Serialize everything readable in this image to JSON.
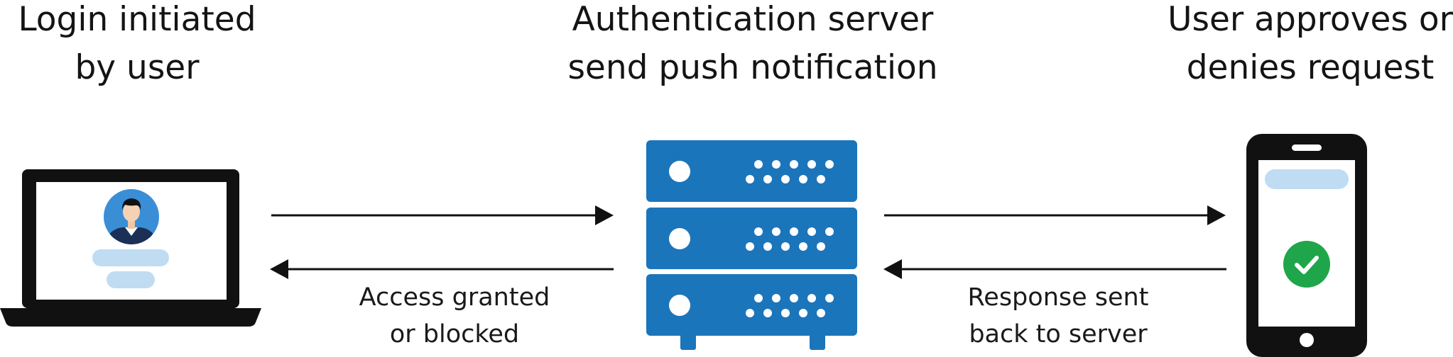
{
  "titles": {
    "left": [
      "Login initiated",
      "by user"
    ],
    "center": [
      "Authentication server",
      "send push notification"
    ],
    "right": [
      "User approves or",
      "denies request"
    ]
  },
  "captions": {
    "left": [
      "Access granted",
      "or blocked"
    ],
    "right": [
      "Response sent",
      "back to server"
    ]
  },
  "icons": {
    "laptop": "laptop-icon",
    "user": "user-avatar-icon",
    "server": "server-rack-icon",
    "phone": "smartphone-icon",
    "check": "check-circle-icon"
  },
  "colors": {
    "server_blue": "#1b75bb",
    "avatar_blue": "#3a8ed6",
    "placeholder_blue": "#bfdcf3",
    "check_green": "#1fa64a",
    "device_black": "#111111"
  }
}
